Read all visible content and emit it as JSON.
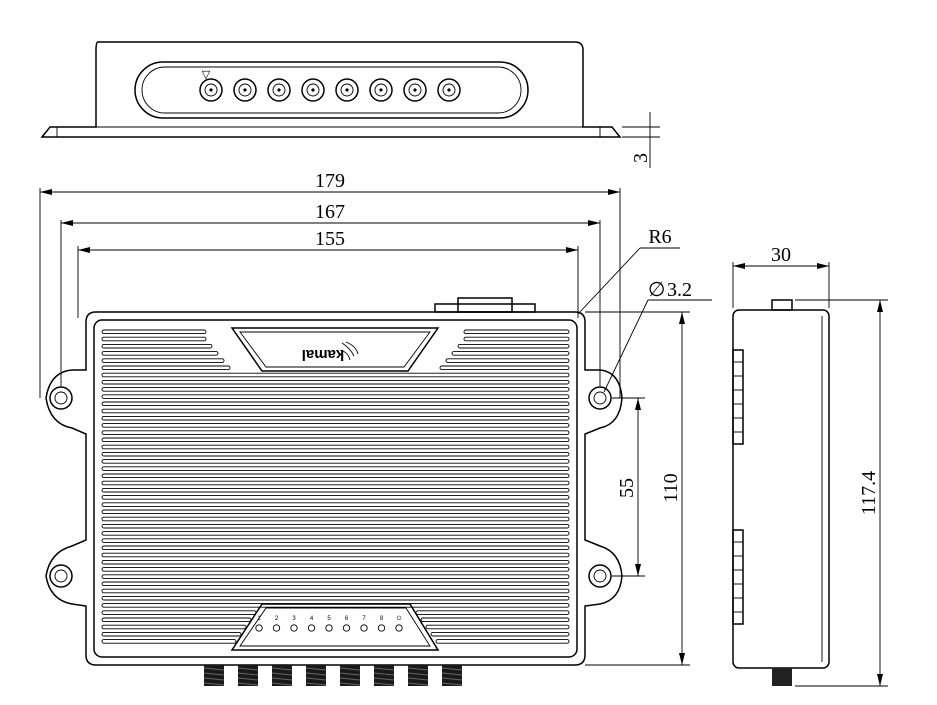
{
  "dimensions": {
    "overall_width": "179",
    "hole_spacing": "167",
    "body_width": "155",
    "corner_radius": "R6",
    "hole_diameter": "3.2",
    "diameter_symbol": "∅",
    "hole_vertical_spacing": "55",
    "body_height": "110",
    "overall_height": "117.4",
    "depth": "30",
    "flange_thickness": "3"
  },
  "logo": {
    "text": "kamal"
  },
  "led_labels": [
    "1",
    "2",
    "3",
    "4",
    "5",
    "6",
    "7",
    "8",
    "⏻"
  ],
  "port_marker": "▽",
  "port_count": 8
}
